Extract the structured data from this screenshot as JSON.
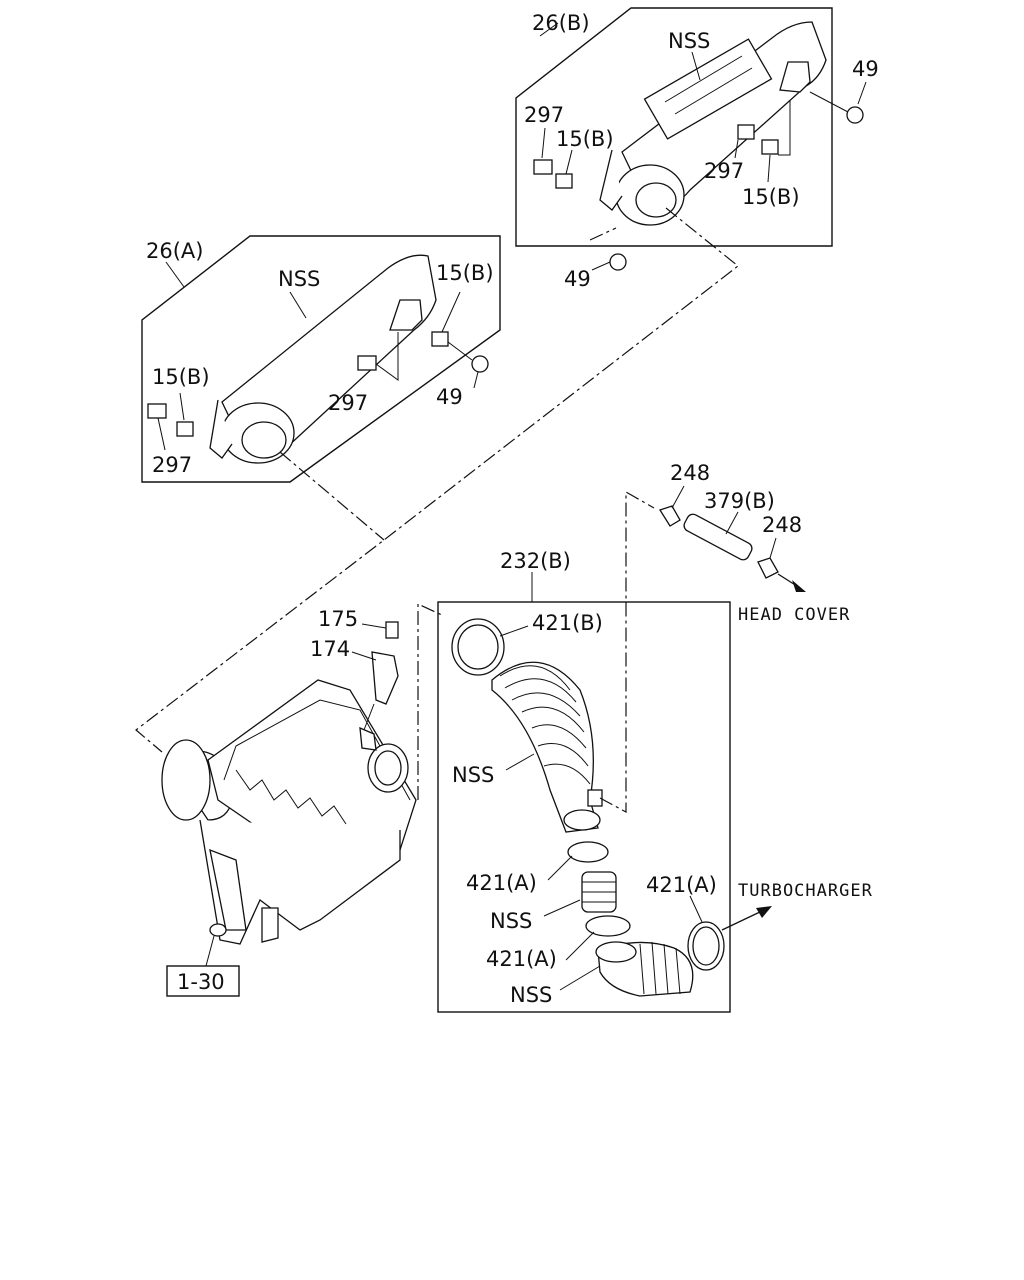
{
  "labels": {
    "grp_26b": "26(B)",
    "grp_26a": "26(A)",
    "grp_232b": "232(B)",
    "nss_b": "NSS",
    "nss_a": "NSS",
    "nss_hose": "NSS",
    "nss_mid": "NSS",
    "nss_low": "NSS",
    "n49_b_top": "49",
    "n49_b_bot": "49",
    "n49_a": "49",
    "n297_b_left": "297",
    "n297_b_right": "297",
    "n297_a_mid": "297",
    "n297_a_left": "297",
    "n15b_b_left": "15(B)",
    "n15b_b_right": "15(B)",
    "n15b_a_right": "15(B)",
    "n15b_a_left": "15(B)",
    "n248_top": "248",
    "n248_right": "248",
    "n379b": "379(B)",
    "n175": "175",
    "n174": "174",
    "n421b": "421(B)",
    "n421a_1": "421(A)",
    "n421a_2": "421(A)",
    "n421a_3": "421(A)",
    "ref_130": "1-30",
    "head_cover": "HEAD COVER",
    "turbocharger": "TURBOCHARGER"
  }
}
